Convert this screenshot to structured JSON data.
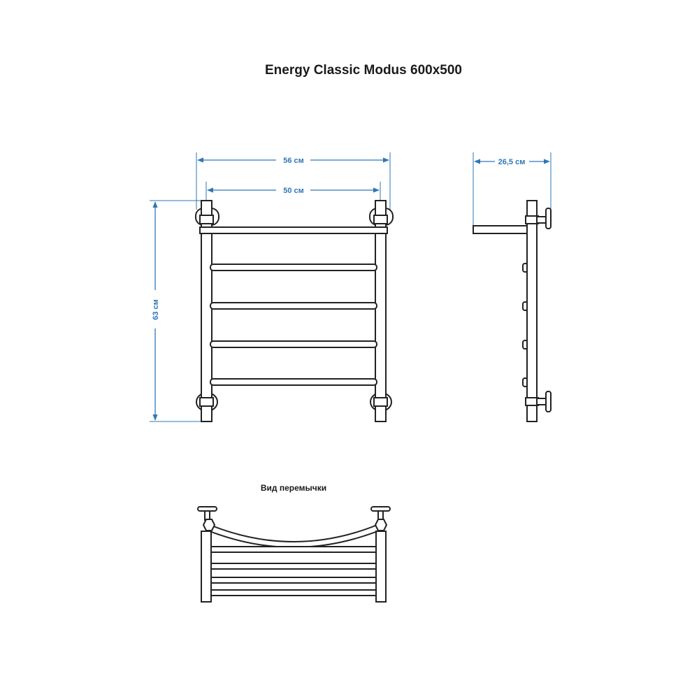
{
  "title": "Energy Classic Modus 600x500",
  "accent_color": "#2e77b6",
  "line_color": "#222222",
  "front_view": {
    "width_outer_label": "56 см",
    "width_inner_label": "50 см",
    "height_label": "63 см",
    "rung_count": 5
  },
  "side_view": {
    "depth_label": "26,5 см"
  },
  "top_view": {
    "caption": "Вид перемычки"
  }
}
